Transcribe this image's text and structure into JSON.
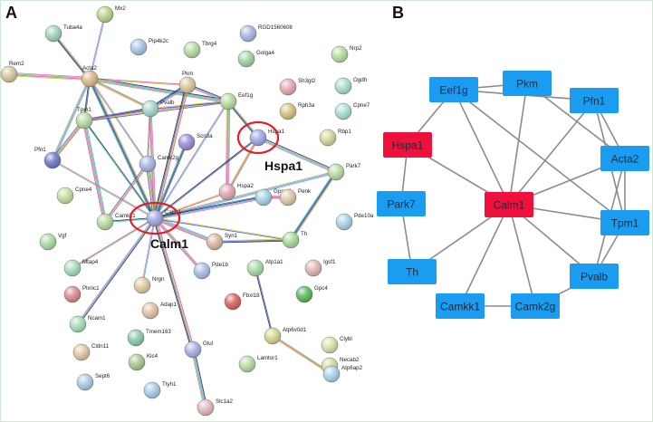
{
  "panels": {
    "a": {
      "letter": "A",
      "nodes": [
        {
          "id": "Mx2",
          "color": "#b9d48a"
        },
        {
          "id": "Tuba4a",
          "color": "#9fd6b7"
        },
        {
          "id": "Pip4k2c",
          "color": "#a9c6e8"
        },
        {
          "id": "Tbrg4",
          "color": "#b3dca0"
        },
        {
          "id": "RGD1560608",
          "color": "#a8b8e0"
        },
        {
          "id": "Golga4",
          "color": "#9fd6a4"
        },
        {
          "id": "Nrp2",
          "color": "#b5dfa0"
        },
        {
          "id": "Rem2",
          "color": "#d8c79a"
        },
        {
          "id": "Acta2",
          "color": "#d9b98a"
        },
        {
          "id": "Pkm",
          "color": "#dcc49a"
        },
        {
          "id": "Ogdh",
          "color": "#a9e0c8"
        },
        {
          "id": "Sh3gl2",
          "color": "#e8a8b0"
        },
        {
          "id": "Eef1g",
          "color": "#b7dca1"
        },
        {
          "id": "Pvalb",
          "color": "#a9d6c8"
        },
        {
          "id": "Tpm1",
          "color": "#b9dca0"
        },
        {
          "id": "Rph3a",
          "color": "#d3c37a"
        },
        {
          "id": "Cpne7",
          "color": "#a8e0d8"
        },
        {
          "id": "Hspa1",
          "color": "#9ea8e6"
        },
        {
          "id": "Rbp1",
          "color": "#d8d69e"
        },
        {
          "id": "Pfn1",
          "color": "#6c78c4"
        },
        {
          "id": "Scn3a",
          "color": "#9a8ad8"
        },
        {
          "id": "Camk2g",
          "color": "#a8b4e4"
        },
        {
          "id": "Park7",
          "color": "#b8dca4"
        },
        {
          "id": "Cpne4",
          "color": "#c3e0a0"
        },
        {
          "id": "Hspa2",
          "color": "#e0a8b4"
        },
        {
          "id": "Gpsm1",
          "color": "#a6d2e4"
        },
        {
          "id": "Penk",
          "color": "#e0c8a8"
        },
        {
          "id": "Camkk1",
          "color": "#b5dca0"
        },
        {
          "id": "Calm1",
          "color": "#9fa8e4"
        },
        {
          "id": "Pde10a",
          "color": "#a9d4ea"
        },
        {
          "id": "Vgf",
          "color": "#a9dca6"
        },
        {
          "id": "Syn1",
          "color": "#d8b8a0"
        },
        {
          "id": "Th",
          "color": "#a9dc9a"
        },
        {
          "id": "Mtap4",
          "color": "#a8dcc0"
        },
        {
          "id": "Atp1a1",
          "color": "#a8dca8"
        },
        {
          "id": "Igsf1",
          "color": "#e0b8b0"
        },
        {
          "id": "Pde1b",
          "color": "#a8bee8"
        },
        {
          "id": "Plxnc1",
          "color": "#d88a8a"
        },
        {
          "id": "Nrgn",
          "color": "#e0caa0"
        },
        {
          "id": "Gpc4",
          "color": "#58b85a"
        },
        {
          "id": "Fbxl18",
          "color": "#d86060"
        },
        {
          "id": "Adap1",
          "color": "#e4c2a4"
        },
        {
          "id": "Ncam1",
          "color": "#a8dcbc"
        },
        {
          "id": "Tmem163",
          "color": "#88cca8"
        },
        {
          "id": "Atp6v0d1",
          "color": "#d4d690"
        },
        {
          "id": "Clybl",
          "color": "#dde0a8"
        },
        {
          "id": "Cldn11",
          "color": "#e0c8a0"
        },
        {
          "id": "Necab2",
          "color": "#d8d89c"
        },
        {
          "id": "Glul",
          "color": "#a8b0e4"
        },
        {
          "id": "Klc4",
          "color": "#a8c890"
        },
        {
          "id": "Lamtor1",
          "color": "#b8dca4"
        },
        {
          "id": "Sept6",
          "color": "#a8cce8"
        },
        {
          "id": "Atp6ap2",
          "color": "#a8d4ea"
        },
        {
          "id": "Ttyh1",
          "color": "#a8cde8"
        },
        {
          "id": "Slc1a2",
          "color": "#e4b8c0"
        }
      ],
      "edges": [
        [
          "Mx2",
          "Acta2"
        ],
        [
          "Tuba4a",
          "Acta2"
        ],
        [
          "Rem2",
          "Acta2"
        ],
        [
          "Acta2",
          "Tpm1"
        ],
        [
          "Acta2",
          "Pvalb"
        ],
        [
          "Acta2",
          "Eef1g"
        ],
        [
          "Acta2",
          "Pkm"
        ],
        [
          "Acta2",
          "Pfn1"
        ],
        [
          "Acta2",
          "Calm1"
        ],
        [
          "Acta2",
          "Camk2g"
        ],
        [
          "Tpm1",
          "Pvalb"
        ],
        [
          "Tpm1",
          "Pfn1"
        ],
        [
          "Tpm1",
          "Calm1"
        ],
        [
          "Tpm1",
          "Eef1g"
        ],
        [
          "Tpm1",
          "Camkk1"
        ],
        [
          "Pvalb",
          "Eef1g"
        ],
        [
          "Pvalb",
          "Calm1"
        ],
        [
          "Pvalb",
          "Pkm"
        ],
        [
          "Pvalb",
          "Camk2g"
        ],
        [
          "Pkm",
          "Eef1g"
        ],
        [
          "Pkm",
          "Calm1"
        ],
        [
          "Eef1g",
          "Calm1"
        ],
        [
          "Eef1g",
          "Hspa1"
        ],
        [
          "Eef1g",
          "Hspa2"
        ],
        [
          "Hspa1",
          "Calm1"
        ],
        [
          "Hspa1",
          "Hspa2"
        ],
        [
          "Hspa1",
          "Park7"
        ],
        [
          "Hspa2",
          "Calm1"
        ],
        [
          "Park7",
          "Calm1"
        ],
        [
          "Park7",
          "Th"
        ],
        [
          "Pfn1",
          "Calm1"
        ],
        [
          "Scn3a",
          "Calm1"
        ],
        [
          "Camk2g",
          "Calm1"
        ],
        [
          "Camkk1",
          "Calm1"
        ],
        [
          "Camk2g",
          "Camkk1"
        ],
        [
          "Calm1",
          "Syn1"
        ],
        [
          "Calm1",
          "Th"
        ],
        [
          "Calm1",
          "Pde1b"
        ],
        [
          "Calm1",
          "Gpsm1"
        ],
        [
          "Calm1",
          "Mtap4"
        ],
        [
          "Calm1",
          "Ncam1"
        ],
        [
          "Calm1",
          "Glul"
        ],
        [
          "Calm1",
          "Nrgn"
        ],
        [
          "Syn1",
          "Th"
        ],
        [
          "Gpsm1",
          "Penk"
        ],
        [
          "Atp1a1",
          "Atp6v0d1"
        ],
        [
          "Atp6v0d1",
          "Atp6ap2"
        ],
        [
          "Glul",
          "Slc1a2"
        ]
      ],
      "callouts": [
        {
          "id": "Hspa1",
          "text": "Hspa1"
        },
        {
          "id": "Calm1",
          "text": "Calm1"
        }
      ]
    },
    "b": {
      "letter": "B",
      "nodes": [
        {
          "id": "Eef1g",
          "hub": false
        },
        {
          "id": "Pkm",
          "hub": false
        },
        {
          "id": "Pfn1",
          "hub": false
        },
        {
          "id": "Hspa1",
          "hub": true
        },
        {
          "id": "Acta2",
          "hub": false
        },
        {
          "id": "Park7",
          "hub": false
        },
        {
          "id": "Calm1",
          "hub": true
        },
        {
          "id": "Tpm1",
          "hub": false
        },
        {
          "id": "Th",
          "hub": false
        },
        {
          "id": "Pvalb",
          "hub": false
        },
        {
          "id": "Camkk1",
          "hub": false
        },
        {
          "id": "Camk2g",
          "hub": false
        }
      ],
      "edges": [
        [
          "Eef1g",
          "Pkm"
        ],
        [
          "Eef1g",
          "Hspa1"
        ],
        [
          "Eef1g",
          "Calm1"
        ],
        [
          "Eef1g",
          "Pfn1"
        ],
        [
          "Eef1g",
          "Tpm1"
        ],
        [
          "Pkm",
          "Calm1"
        ],
        [
          "Pkm",
          "Acta2"
        ],
        [
          "Pfn1",
          "Calm1"
        ],
        [
          "Pfn1",
          "Acta2"
        ],
        [
          "Pfn1",
          "Tpm1"
        ],
        [
          "Hspa1",
          "Calm1"
        ],
        [
          "Hspa1",
          "Park7"
        ],
        [
          "Acta2",
          "Calm1"
        ],
        [
          "Acta2",
          "Tpm1"
        ],
        [
          "Acta2",
          "Pvalb"
        ],
        [
          "Park7",
          "Th"
        ],
        [
          "Calm1",
          "Tpm1"
        ],
        [
          "Calm1",
          "Th"
        ],
        [
          "Calm1",
          "Pvalb"
        ],
        [
          "Calm1",
          "Camkk1"
        ],
        [
          "Calm1",
          "Camk2g"
        ],
        [
          "Tpm1",
          "Pvalb"
        ],
        [
          "Camkk1",
          "Camk2g"
        ],
        [
          "Camk2g",
          "Pvalb"
        ]
      ]
    }
  },
  "colors": {
    "hub": "#f0103c",
    "node_blue": "#1a9cf0",
    "edge_b": "#8c8c8c",
    "callout_ring": "#e0202a"
  }
}
